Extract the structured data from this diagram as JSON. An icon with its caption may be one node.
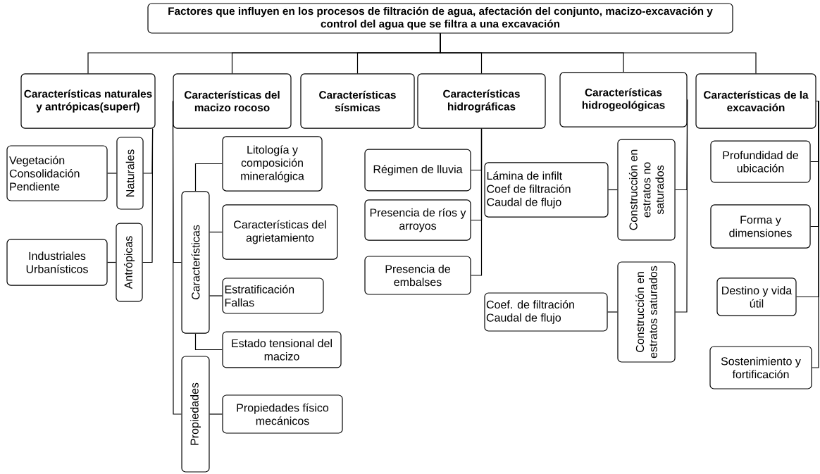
{
  "diagram": {
    "nodes": [
      {
        "text": [
          "Factores que influyen en los procesos de filtración de agua, afectación del conjunto, macizo-excavación y control del agua que se filtra a una excavación"
        ]
      },
      {
        "text": [
          "Características naturales y antrópicas(superf)"
        ]
      },
      {
        "text": [
          "Características del macizo rocoso"
        ]
      },
      {
        "text": [
          "Características sísmicas"
        ]
      },
      {
        "text": [
          "Características hidrográficas"
        ]
      },
      {
        "text": [
          "Características hidrogeológicas"
        ]
      },
      {
        "text": [
          "Características de la excavación"
        ]
      },
      {
        "text": [
          "Naturales"
        ]
      },
      {
        "text": [
          "Vegetación",
          "Consolidación",
          "Pendiente"
        ]
      },
      {
        "text": [
          "Antrópicas"
        ]
      },
      {
        "text": [
          "Industriales",
          "Urbanísticos"
        ]
      },
      {
        "text": [
          "Características"
        ]
      },
      {
        "text": [
          "Litología y composición mineralógica"
        ]
      },
      {
        "text": [
          "Características del agrietamiento"
        ]
      },
      {
        "text": [
          "Estratificación",
          "Fallas"
        ]
      },
      {
        "text": [
          "Estado tensional del macizo"
        ]
      },
      {
        "text": [
          "Propiedades"
        ]
      },
      {
        "text": [
          "Propiedades físico mecánicos"
        ]
      },
      {
        "text": [
          "Régimen de lluvia"
        ]
      },
      {
        "text": [
          "Presencia de ríos y arroyos"
        ]
      },
      {
        "text": [
          "Presencia de embalses"
        ]
      },
      {
        "text": [
          "Construcción en estratos no saturados"
        ]
      },
      {
        "text": [
          "Lámina de infilt",
          "Coef de filtración",
          "Caudal de flujo"
        ]
      },
      {
        "text": [
          "Construcción en estratos saturados"
        ]
      },
      {
        "text": [
          "Coef. de filtración",
          "Caudal de flujo"
        ]
      },
      {
        "text": [
          "Profundidad de ubicación"
        ]
      },
      {
        "text": [
          "Forma y dimensiones"
        ]
      },
      {
        "text": [
          "Destino y vida útil"
        ]
      },
      {
        "text": [
          "Sostenimiento y fortificación"
        ]
      }
    ],
    "edges": [
      {
        "from": 0,
        "to": 1,
        "arrow": "none"
      },
      {
        "from": 0,
        "to": 2,
        "arrow": "none"
      },
      {
        "from": 0,
        "to": 3,
        "arrow": "none"
      },
      {
        "from": 0,
        "to": 4,
        "arrow": "none"
      },
      {
        "from": 0,
        "to": 5,
        "arrow": "none"
      },
      {
        "from": 0,
        "to": 6,
        "arrow": "none"
      },
      {
        "from": 1,
        "to": 7,
        "arrow": "none"
      },
      {
        "from": 1,
        "to": 9,
        "arrow": "none"
      },
      {
        "from": 7,
        "to": 8,
        "arrow": "none"
      },
      {
        "from": 9,
        "to": 10,
        "arrow": "none"
      },
      {
        "from": 2,
        "to": 11,
        "arrow": "none"
      },
      {
        "from": 2,
        "to": 16,
        "arrow": "none"
      },
      {
        "from": 11,
        "to": 12,
        "arrow": "none"
      },
      {
        "from": 11,
        "to": 13,
        "arrow": "none"
      },
      {
        "from": 11,
        "to": 14,
        "arrow": "none"
      },
      {
        "from": 11,
        "to": 15,
        "arrow": "none"
      },
      {
        "from": 16,
        "to": 17,
        "arrow": "none"
      },
      {
        "from": 4,
        "to": 18,
        "arrow": "none"
      },
      {
        "from": 4,
        "to": 19,
        "arrow": "none"
      },
      {
        "from": 4,
        "to": 20,
        "arrow": "none"
      },
      {
        "from": 5,
        "to": 21,
        "arrow": "none"
      },
      {
        "from": 5,
        "to": 23,
        "arrow": "none"
      },
      {
        "from": 21,
        "to": 22,
        "arrow": "none"
      },
      {
        "from": 23,
        "to": 24,
        "arrow": "none"
      },
      {
        "from": 6,
        "to": 25,
        "arrow": "none"
      },
      {
        "from": 6,
        "to": 26,
        "arrow": "none"
      },
      {
        "from": 6,
        "to": 27,
        "arrow": "none"
      },
      {
        "from": 6,
        "to": 28,
        "arrow": "none"
      }
    ]
  }
}
